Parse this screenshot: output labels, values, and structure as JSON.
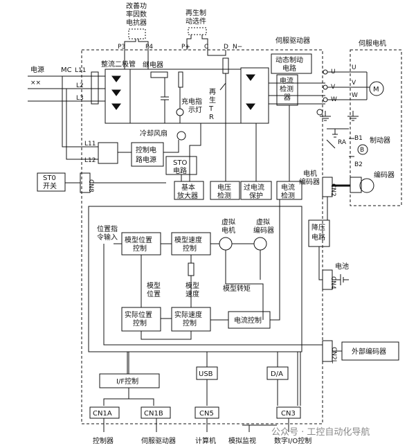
{
  "labels": {
    "power_factor_reactor": [
      "改善功",
      "率因数",
      "电抗器"
    ],
    "regen_resistor_option": [
      "再生制",
      "动选件"
    ],
    "servo_driver": "伺服驱动器",
    "servo_motor": "伺服电机",
    "rectifier_diode": "整流二极管",
    "relay": "继电器",
    "charge_lamp": [
      "充电指",
      "示灯"
    ],
    "regen_tr": [
      "再",
      "生",
      "T",
      "R"
    ],
    "dynamic_brake": [
      "动态制动",
      "电路"
    ],
    "current_detect_circuit": [
      "电流",
      "检测",
      "器"
    ],
    "power_supply": "电源",
    "mc": "MC",
    "cooling_fan": "冷却风扇",
    "control_power": [
      "控制电",
      "路电源"
    ],
    "sto_circuit": [
      "STO",
      "电路"
    ],
    "sto_switch": [
      "ST0",
      "开关"
    ],
    "basic_amp": [
      "基本",
      "放大器"
    ],
    "voltage_detect": [
      "电压",
      "检测"
    ],
    "overcurrent_protect": [
      "过电流",
      "保护"
    ],
    "current_detect": [
      "电流",
      "检测"
    ],
    "brake": "制动器",
    "motor_encoder": [
      "电机",
      "编码器"
    ],
    "encoder": "编码器",
    "step_down": [
      "降压",
      "电路"
    ],
    "battery": "电池",
    "pos_cmd_input": [
      "位置指",
      "令输入"
    ],
    "model_pos_ctrl": [
      "模型位置",
      "控制"
    ],
    "model_speed_ctrl": [
      "模型速度",
      "控制"
    ],
    "virtual_motor": [
      "虚拟",
      "电机"
    ],
    "virtual_encoder": [
      "虚拟",
      "编码器"
    ],
    "model_pos": [
      "模型",
      "位置"
    ],
    "model_speed": [
      "模型",
      "速度"
    ],
    "model_torque": "模型转矩",
    "actual_pos_ctrl": [
      "实际位置",
      "控制"
    ],
    "actual_speed_ctrl": [
      "实际速度",
      "控制"
    ],
    "current_ctrl": "电流控制",
    "external_encoder": "外部编码器",
    "if_ctrl": "I/F控制",
    "usb": "USB",
    "da": "D/A",
    "controller": "控制器",
    "servo_driver_bottom": "伺服驱动器",
    "computer": "计算机",
    "analog_monitor": "模拟监视",
    "digital_io_ctrl": "数字I/O控制",
    "ra": "RA",
    "watermark": "公众号 · 工控自动化导航"
  },
  "terminals": {
    "p3": "P3",
    "p4": "P4",
    "pplus": "P+",
    "c": "C",
    "d": "D",
    "nminus": "N−",
    "l11": "L11",
    "l2": "L2",
    "l3": "L3",
    "l11b": "L11",
    "l12": "L12",
    "u": "U",
    "v": "V",
    "w": "W",
    "b1": "B1",
    "b2": "B2",
    "motor_m": "M",
    "brake_b": "B"
  },
  "connectors": {
    "cn8": "CN8",
    "cn2": "CN2",
    "cn4": "CN4",
    "cn2l": "CN2L",
    "cn1a": "CN1A",
    "cn1b": "CN1B",
    "cn5": "CN5",
    "cn3": "CN3"
  },
  "colors": {
    "line": "#111111",
    "bg": "#ffffff",
    "watermark": "#8a8a8a"
  }
}
